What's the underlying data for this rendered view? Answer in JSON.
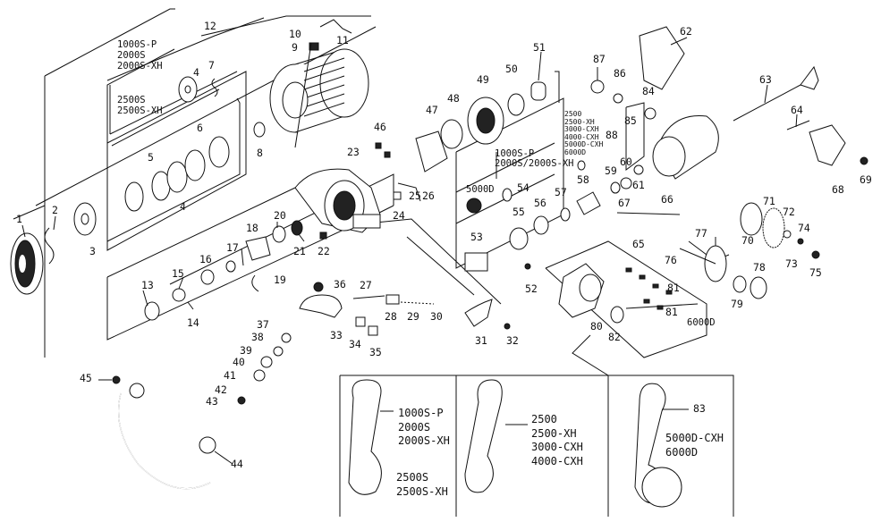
{
  "parts": {
    "n1": "1",
    "n2": "2",
    "n3": "3",
    "n4a": "4",
    "n4b": "4",
    "n5": "5",
    "n6": "6",
    "n7": "7",
    "n8": "8",
    "n9": "9",
    "n10": "10",
    "n11": "11",
    "n12": "12",
    "n13": "13",
    "n14": "14",
    "n15": "15",
    "n16": "16",
    "n17": "17",
    "n18": "18",
    "n19": "19",
    "n20": "20",
    "n21": "21",
    "n22": "22",
    "n23": "23",
    "n24": "24",
    "n25": "25",
    "n26": "26",
    "n27": "27",
    "n28": "28",
    "n29": "29",
    "n30": "30",
    "n31": "31",
    "n32": "32",
    "n33": "33",
    "n34": "34",
    "n35": "35",
    "n36": "36",
    "n37": "37",
    "n38": "38",
    "n39": "39",
    "n40": "40",
    "n41": "41",
    "n42": "42",
    "n43": "43",
    "n44": "44",
    "n45": "45",
    "n46": "46",
    "n47": "47",
    "n48": "48",
    "n49": "49",
    "n50": "50",
    "n51": "51",
    "n52": "52",
    "n53": "53",
    "n54": "54",
    "n55": "55",
    "n56": "56",
    "n57": "57",
    "n58": "58",
    "n59": "59",
    "n60": "60",
    "n61": "61",
    "n62": "62",
    "n63": "63",
    "n64": "64",
    "n65": "65",
    "n66": "66",
    "n67": "67",
    "n68": "68",
    "n69": "69",
    "n70": "70",
    "n71": "71",
    "n72": "72",
    "n73": "73",
    "n74": "74",
    "n75": "75",
    "n76": "76",
    "n77": "77",
    "n78": "78",
    "n79": "79",
    "n80": "80",
    "n81a": "81",
    "n81b": "81",
    "n82": "82",
    "n83": "83",
    "n84": "84",
    "n85": "85",
    "n86": "86",
    "n87": "87",
    "n88": "88"
  },
  "models": {
    "spool_small": "1000S-P\n2000S\n2000S-XH",
    "spool_mid": "2500S\n2500S-XH",
    "rotor_small": "1000S-P\n2000S/2000S-XH",
    "rotor_big": "5000D",
    "body_mid": "2500\n2500-XH\n3000-CXH\n4000-CXH\n5000D-CXH\n6000D",
    "screw_6000": "6000D",
    "handle_a": "1000S-P\n2000S\n2000S-XH",
    "handle_a2": "2500S\n2500S-XH",
    "handle_b": "2500\n2500-XH\n3000-CXH\n4000-CXH",
    "handle_c": "5000D-CXH\n6000D"
  }
}
